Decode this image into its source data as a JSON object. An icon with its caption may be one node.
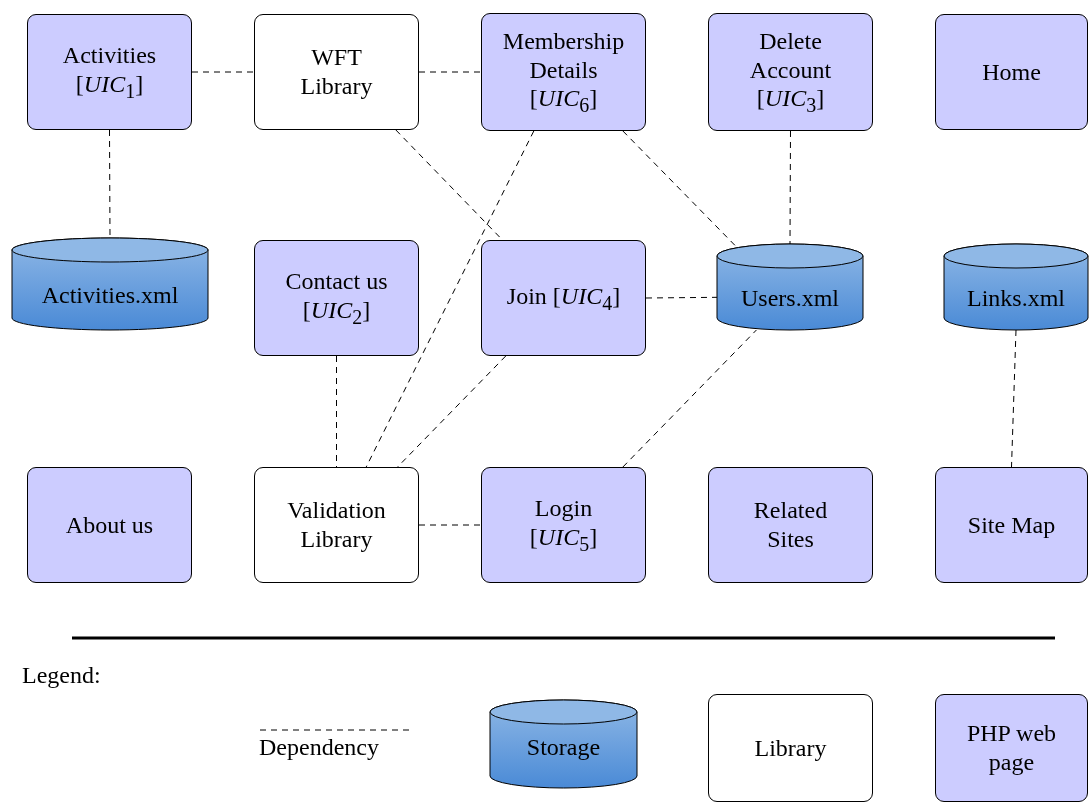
{
  "diagram": {
    "nodes": [
      {
        "text": [
          "Activities [*UIC*$_{1}$]"
        ]
      },
      {
        "text": [
          "WFT Library"
        ]
      },
      {
        "text": [
          "Membership Details [*UIC*$_{6}$]"
        ]
      },
      {
        "text": [
          "Delete Account [*UIC*$_{3}$]"
        ]
      },
      {
        "text": [
          "Home"
        ]
      },
      {
        "text": [
          "Activities.xml"
        ]
      },
      {
        "text": [
          "Contact us [*UIC*$_{2}$]"
        ]
      },
      {
        "text": [
          "Join [*UIC*$_{4}$]"
        ]
      },
      {
        "text": [
          "Users.xml"
        ]
      },
      {
        "text": [
          "Links.xml"
        ]
      },
      {
        "text": [
          "About us"
        ]
      },
      {
        "text": [
          "Validation Library"
        ]
      },
      {
        "text": [
          "Login [*UIC*$_{5}$]"
        ]
      },
      {
        "text": [
          "Related Sites"
        ]
      },
      {
        "text": [
          "Site Map"
        ]
      }
    ],
    "edges": [
      {
        "from": 0,
        "to": 1,
        "arrow": "none"
      },
      {
        "from": 1,
        "to": 2,
        "arrow": "none"
      },
      {
        "from": 0,
        "to": 5,
        "arrow": "none"
      },
      {
        "from": 1,
        "to": 7,
        "arrow": "none"
      },
      {
        "from": 2,
        "to": 8,
        "arrow": "none"
      },
      {
        "from": 2,
        "to": 11,
        "arrow": "none"
      },
      {
        "from": 3,
        "to": 8,
        "arrow": "none"
      },
      {
        "from": 7,
        "to": 8,
        "arrow": "none"
      },
      {
        "from": 6,
        "to": 11,
        "arrow": "none"
      },
      {
        "from": 7,
        "to": 11,
        "arrow": "none"
      },
      {
        "from": 12,
        "to": 8,
        "arrow": "none"
      },
      {
        "from": 11,
        "to": 12,
        "arrow": "none"
      },
      {
        "from": 9,
        "to": 14,
        "arrow": "none"
      }
    ],
    "labels": [
      "Legend:"
    ],
    "legend": [
      {
        "text": "Dependency"
      },
      {
        "text": "Storage",
        "color": "#4a8ad6"
      },
      {
        "text": "Library",
        "color": "#ffffff"
      },
      {
        "text": "PHP web page",
        "color": "#ccccff"
      }
    ]
  }
}
